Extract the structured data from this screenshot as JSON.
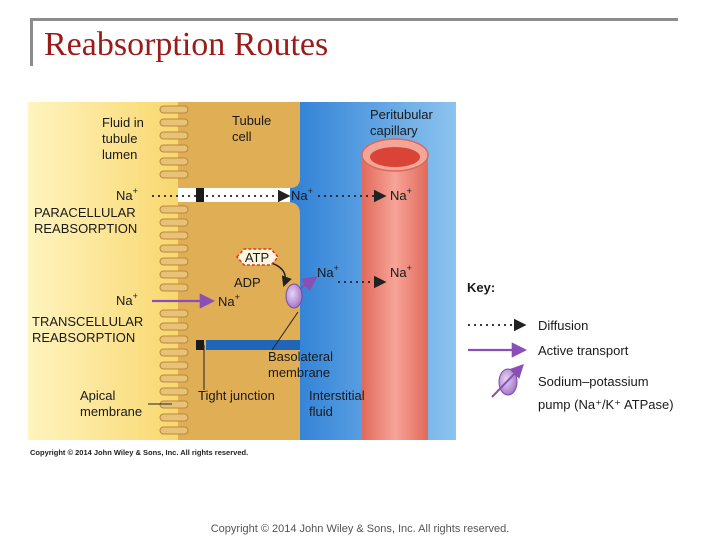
{
  "slide": {
    "title": "Reabsorption Routes",
    "footer": "Copyright © 2014 John Wiley & Sons, Inc. All rights reserved."
  },
  "figure": {
    "labels": {
      "fluid_lumen": [
        "Fluid in",
        "tubule",
        "lumen"
      ],
      "tubule_cell": [
        "Tubule",
        "cell"
      ],
      "peritubular": [
        "Peritubular",
        "capillary"
      ],
      "paracellular": [
        "PARACELLULAR",
        "REABSORPTION"
      ],
      "transcellular": [
        "TRANSCELLULAR",
        "REABSORPTION"
      ],
      "apical": [
        "Apical",
        "membrane"
      ],
      "tight_junction": "Tight junction",
      "basolateral": [
        "Basolateral",
        "membrane"
      ],
      "interstitial": [
        "Interstitial",
        "fluid"
      ],
      "atp": "ATP",
      "adp": "ADP",
      "na": "Na",
      "plus": "+",
      "copyright": "Copyright © 2014 John Wiley & Sons, Inc. All rights reserved."
    },
    "key": {
      "title": "Key:",
      "diffusion": "Diffusion",
      "active_transport": "Active transport",
      "pump": [
        "Sodium–potassium",
        "pump (Na⁺/K⁺ ATPase)"
      ]
    },
    "colors": {
      "lumen": "#fbe79a",
      "cell": "#e0b35a",
      "interstitial": "#3d8fdc",
      "capillary": "#f0877a",
      "active_arrow": "#8a4fb4",
      "pump": "#b68bd6"
    }
  }
}
